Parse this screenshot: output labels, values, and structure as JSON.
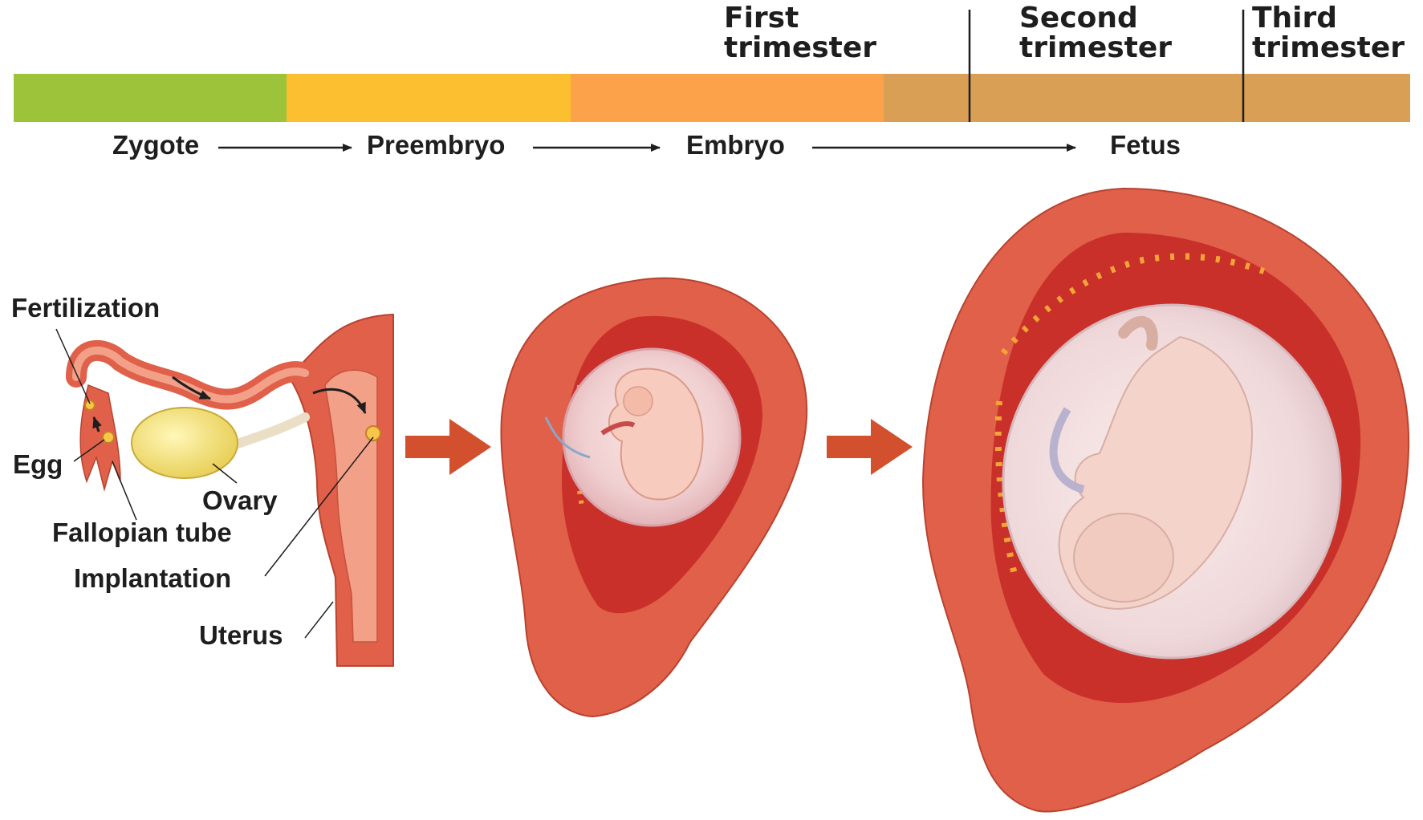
{
  "trimesters": {
    "first": "First\ntrimester",
    "second": "Second\ntrimester",
    "third": "Third\ntrimester"
  },
  "stages": [
    "Zygote",
    "Preembryo",
    "Embryo",
    "Fetus"
  ],
  "anatomy": {
    "fertilization": "Fertilization",
    "egg": "Egg",
    "ovary": "Ovary",
    "fallopian_tube": "Fallopian tube",
    "implantation": "Implantation",
    "uterus": "Uterus"
  },
  "colors": {
    "zygote_band": "#9dc33b",
    "preembryo_band": "#fcbf2f",
    "embryo_band": "#fba24a",
    "fetus_band": "#d9a055",
    "uterus_wall": "#e0604a",
    "stage_arrow": "#d2502e"
  }
}
